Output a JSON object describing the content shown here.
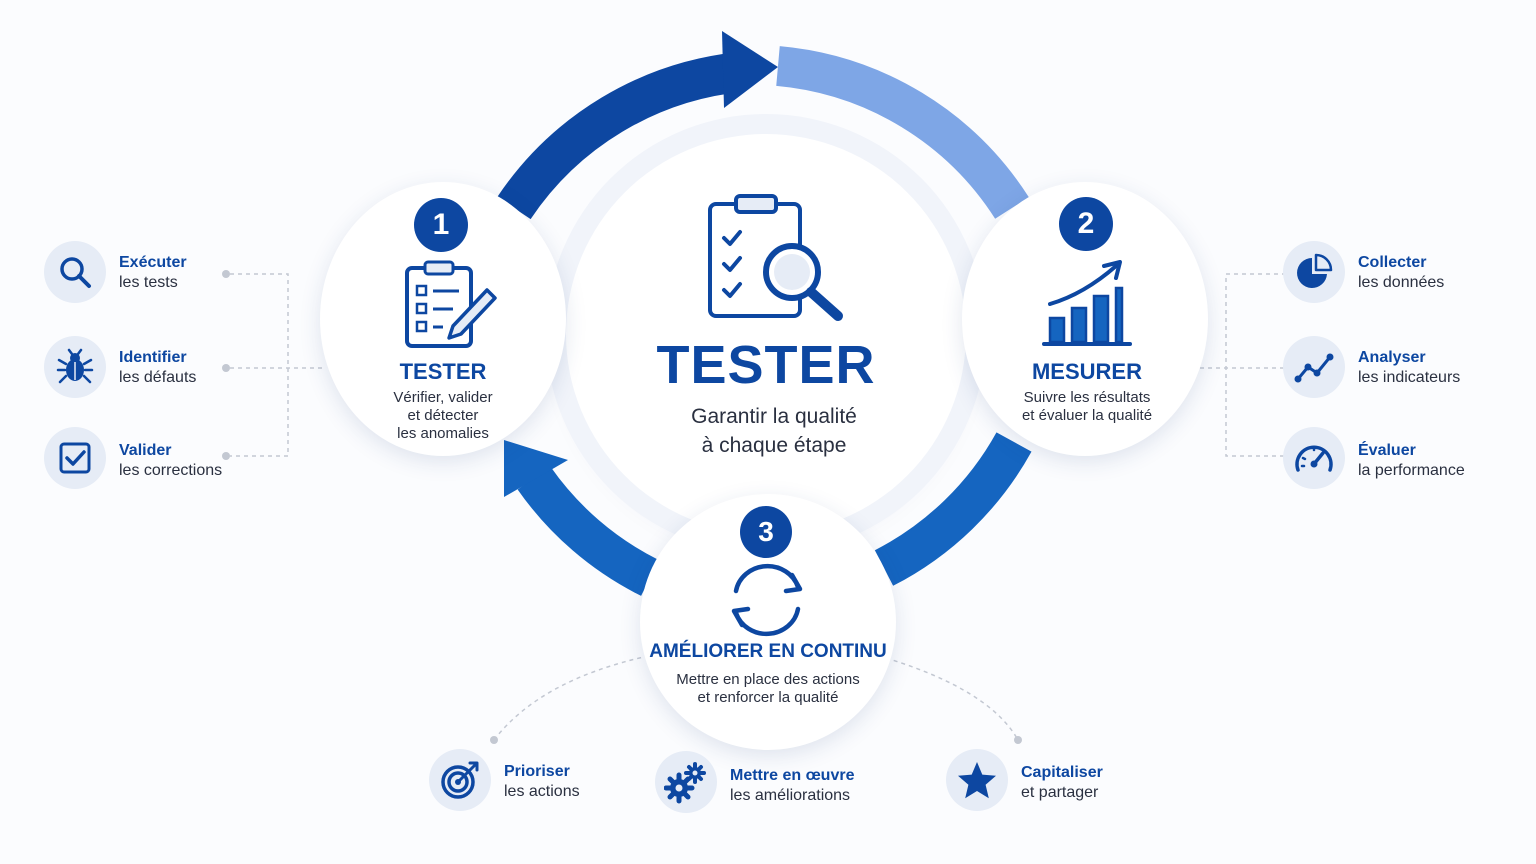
{
  "colors": {
    "primary": "#0d47a1",
    "mid": "#1565c0",
    "light": "#7ea6e6",
    "bubble": "#e6ecf6"
  },
  "center": {
    "icon": "clipboard-magnifier-icon",
    "title": "TESTER",
    "subtitle_lines": [
      "Garantir la qualité",
      "à chaque étape"
    ]
  },
  "steps": [
    {
      "number": "1",
      "icon": "checklist-pencil-icon",
      "title": "TESTER",
      "desc_lines": [
        "Vérifier, valider",
        "et détecter",
        "les anomalies"
      ]
    },
    {
      "number": "2",
      "icon": "bar-chart-growth-icon",
      "title": "MESURER",
      "desc_lines": [
        "Suivre les résultats",
        "et évaluer la qualité"
      ]
    },
    {
      "number": "3",
      "icon": "refresh-cycle-icon",
      "title": "AMÉLIORER EN CONTINU",
      "desc_lines": [
        "Mettre en place des actions",
        "et renforcer la qualité"
      ]
    }
  ],
  "left_items": [
    {
      "icon": "magnifier-icon",
      "title": "Exécuter",
      "subtitle": "les tests"
    },
    {
      "icon": "bug-icon",
      "title": "Identifier",
      "subtitle": "les défauts"
    },
    {
      "icon": "checkbox-icon",
      "title": "Valider",
      "subtitle": "les corrections"
    }
  ],
  "right_items": [
    {
      "icon": "pie-chart-icon",
      "title": "Collecter",
      "subtitle": "les données"
    },
    {
      "icon": "line-graph-icon",
      "title": "Analyser",
      "subtitle": "les indicateurs"
    },
    {
      "icon": "gauge-icon",
      "title": "Évaluer",
      "subtitle": "la performance"
    }
  ],
  "bottom_items": [
    {
      "icon": "target-arrow-icon",
      "title": "Prioriser",
      "subtitle": "les actions"
    },
    {
      "icon": "gears-icon",
      "title": "Mettre en œuvre",
      "subtitle": "les améliorations"
    },
    {
      "icon": "star-icon",
      "title": "Capitaliser",
      "subtitle": "et partager"
    }
  ]
}
